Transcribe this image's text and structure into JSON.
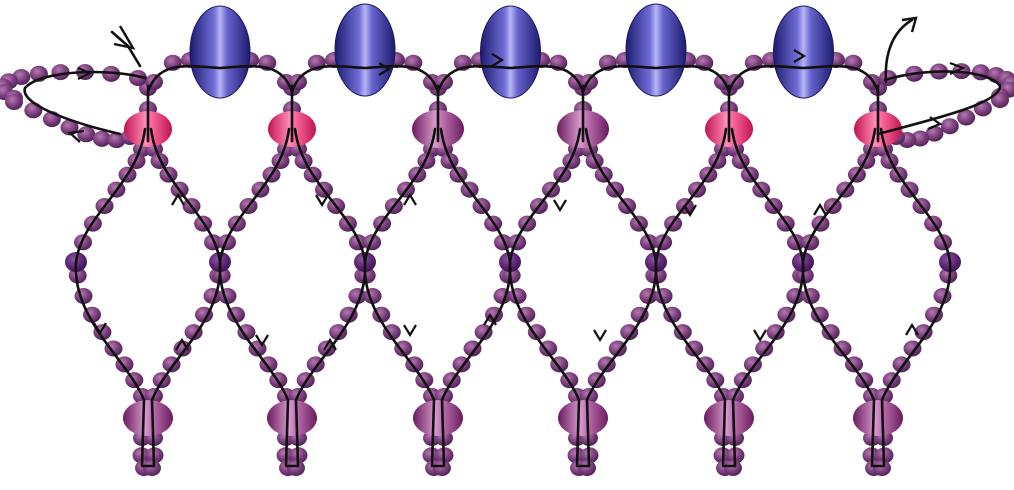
{
  "diagram": {
    "kind": "beading-pattern",
    "units": 6,
    "colors": {
      "background": "#ffffff",
      "seed_bead": "#7a3f7c",
      "seed_bead_light": "#a566a3",
      "seed_bead_dark": "#52245a",
      "crossing_bead": "#5a2470",
      "bicone_pink": "#e8246e",
      "bicone_pink_light": "#ff9ec0",
      "rondelle_purple": "#8a2a78",
      "rondelle_light": "#d79acb",
      "oval_blue": "#2c2a8a",
      "oval_blue_light": "#a9a8ef",
      "thread": "#111111"
    },
    "top_beads": {
      "type": "blue oval",
      "count": 5
    },
    "connector_beads": [
      {
        "type": "pink bicone"
      },
      {
        "type": "pink bicone"
      },
      {
        "type": "purple rondelle"
      },
      {
        "type": "purple rondelle"
      },
      {
        "type": "pink bicone"
      },
      {
        "type": "pink bicone"
      }
    ],
    "bottom_beads": {
      "type": "purple rondelle",
      "count": 6
    },
    "side_loops": [
      "left-loop",
      "right-loop"
    ],
    "thread_path": {
      "has_arrows": true,
      "start": "top-left",
      "end": "top-right"
    }
  }
}
